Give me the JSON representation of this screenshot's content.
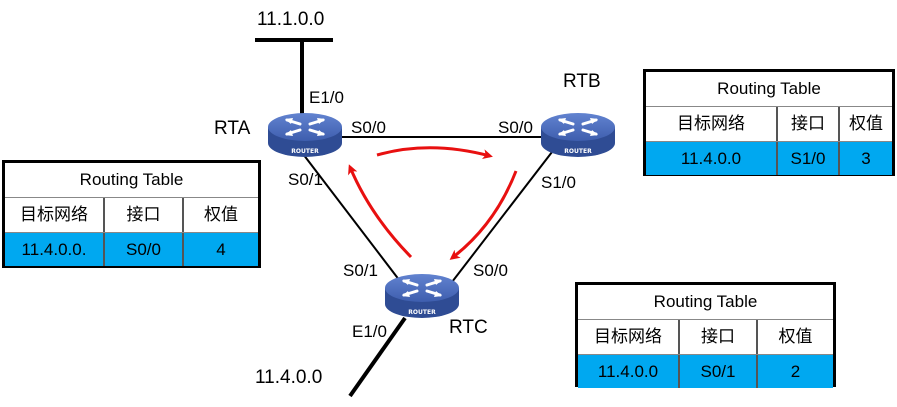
{
  "diagram": {
    "title": "Routing loop topology",
    "colors": {
      "router_body": "#3a5aa8",
      "router_top": "#4f72c4",
      "link": "#000000",
      "arrow": "#e81010",
      "table_highlight": "#00a8f0"
    },
    "networks": {
      "top": "11.1.0.0",
      "bottom": "11.4.0.0"
    },
    "routers": {
      "rta": {
        "name": "RTA",
        "badge": "ROUTER",
        "icon": "router-icon"
      },
      "rtb": {
        "name": "RTB",
        "badge": "ROUTER",
        "icon": "router-icon"
      },
      "rtc": {
        "name": "RTC",
        "badge": "ROUTER",
        "icon": "router-icon"
      }
    },
    "interfaces": {
      "rta_e10": "E1/0",
      "rta_s00": "S0/0",
      "rta_s01": "S0/1",
      "rtb_s00": "S0/0",
      "rtb_s10": "S1/0",
      "rtc_s01": "S0/1",
      "rtc_s00": "S0/0",
      "rtc_e10": "E1/0"
    },
    "arrows": [
      {
        "from": "RTA",
        "to": "RTB",
        "meaning": "packet forwarding direction"
      },
      {
        "from": "RTB",
        "to": "RTC",
        "meaning": "packet forwarding direction"
      },
      {
        "from": "RTC",
        "to": "RTA",
        "meaning": "packet forwarding direction"
      }
    ]
  },
  "tables": {
    "rta": {
      "title": "Routing Table",
      "headers": [
        "目标网络",
        "接口",
        "权值"
      ],
      "rows": [
        [
          "11.4.0.0.",
          "S0/0",
          "4"
        ]
      ]
    },
    "rtb": {
      "title": "Routing Table",
      "headers": [
        "目标网络",
        "接口",
        "权值"
      ],
      "rows": [
        [
          "11.4.0.0",
          "S1/0",
          "3"
        ]
      ]
    },
    "rtc": {
      "title": "Routing Table",
      "headers": [
        "目标网络",
        "接口",
        "权值"
      ],
      "rows": [
        [
          "11.4.0.0",
          "S0/1",
          "2"
        ]
      ]
    }
  }
}
